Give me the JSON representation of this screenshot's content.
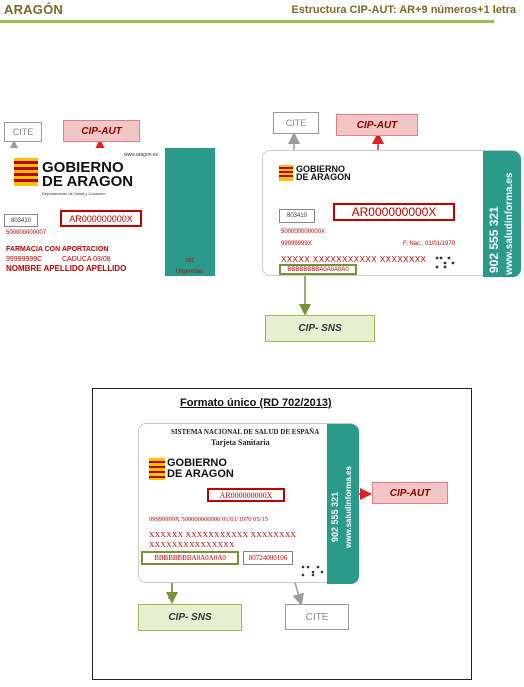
{
  "header": {
    "left": "ARAGÓN",
    "right": "Estructura CIP-AUT: AR+9 números+1 letra"
  },
  "labels": {
    "cite": "CITE",
    "cip_aut": "CIP-AUT",
    "cip_sns": "CIP- SNS"
  },
  "card1": {
    "url": "www.aragon.es",
    "logo_line1": "GOBIERNO",
    "logo_line2": "DE ARAGON",
    "logo_sub": "Departamento de Salud y Consumo",
    "cite_code": "803410",
    "cip_aut_code": "AR000000000X",
    "number": "500000000007",
    "pharmacy": "FARMACIA CON APORTACION",
    "id_line": "99999999C",
    "expiry": "CADUCA  03/08",
    "name": "NOMBRE APELLIDO APELLIDO",
    "stripe_code": "001",
    "stripe_text": "Urgencias"
  },
  "card2": {
    "logo_line1": "GOBIERNO",
    "logo_line2": "DE ARAGON",
    "cite_code": "803410",
    "cip_aut_code": "AR000000000X",
    "number": "500000000000X",
    "id_line": "99999999X",
    "birth": "F. Nac.: 01/01/1970",
    "name_line": "XXXXX XXXXXXXXXXX XXXXXXXX",
    "sns_code": "BBBBBBBBA0A0A0A0",
    "phone": "902 555 321",
    "web": "www.saludinforma.es"
  },
  "card3": {
    "frame_title": "Formato único (RD 702/2013)",
    "top_line1": "SISTEMA NACIONAL DE SALUD DE ESPAÑA",
    "top_line2": "Tarjeta Sanitaria",
    "logo_line1": "GOBIERNO",
    "logo_line2": "DE ARAGON",
    "cip_aut_code": "AR000000000X",
    "data_line": "99999999X  500000000000  01/01/1970  05/15",
    "name_line1": "XXXXXX XXXXXXXXXXX XXXXXXXX",
    "name_line2": "XXXXXXXXXXXXXXX",
    "sns_code": "BBBBBBBBA0A0A0A0",
    "cite_code": "80724000106",
    "phone": "902 555 321",
    "web": "www.saludinforma.es"
  },
  "colors": {
    "header_text": "#7a6a2a",
    "header_rule": "#9bbb59",
    "cip_aut_fill": "#f3c6c6",
    "cip_sns_fill": "#e6efd0",
    "teal": "#2a9a8a",
    "red": "#c00000"
  }
}
